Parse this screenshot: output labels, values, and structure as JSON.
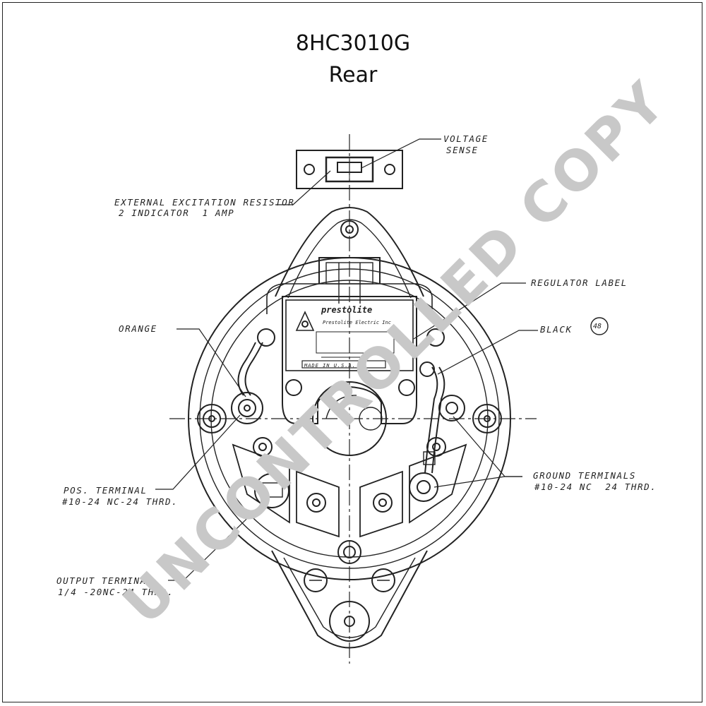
{
  "title": {
    "part_number": "8HC3010G",
    "view": "Rear"
  },
  "labels": {
    "voltage_sense": [
      "VOLTAGE",
      "SENSE"
    ],
    "external_excitation": [
      "EXTERNAL EXCITATION RESISTOR",
      "2 INDICATOR  1 AMP"
    ],
    "regulator_label": "REGULATOR LABEL",
    "orange": "ORANGE",
    "black": "BLACK",
    "black_tag": "48",
    "pos_terminal": [
      "POS. TERMINAL",
      "#10-24 NC-24 THRD."
    ],
    "ground_terminals": [
      "GROUND TERMINALS",
      "#10-24 NC  24 THRD."
    ],
    "output_terminal": [
      "OUTPUT TERMINAL",
      "1/4 -20NC-24 THRD."
    ]
  },
  "regulator_plate": {
    "brand": "prestolite",
    "subline": "Prestolite Electric Inc",
    "row_label": "MADE IN U.S.A."
  },
  "watermark": {
    "text": "UNCONTROLLED COPY",
    "color": "#c8c8c8"
  },
  "colors": {
    "ink": "#222222",
    "background": "#ffffff"
  }
}
